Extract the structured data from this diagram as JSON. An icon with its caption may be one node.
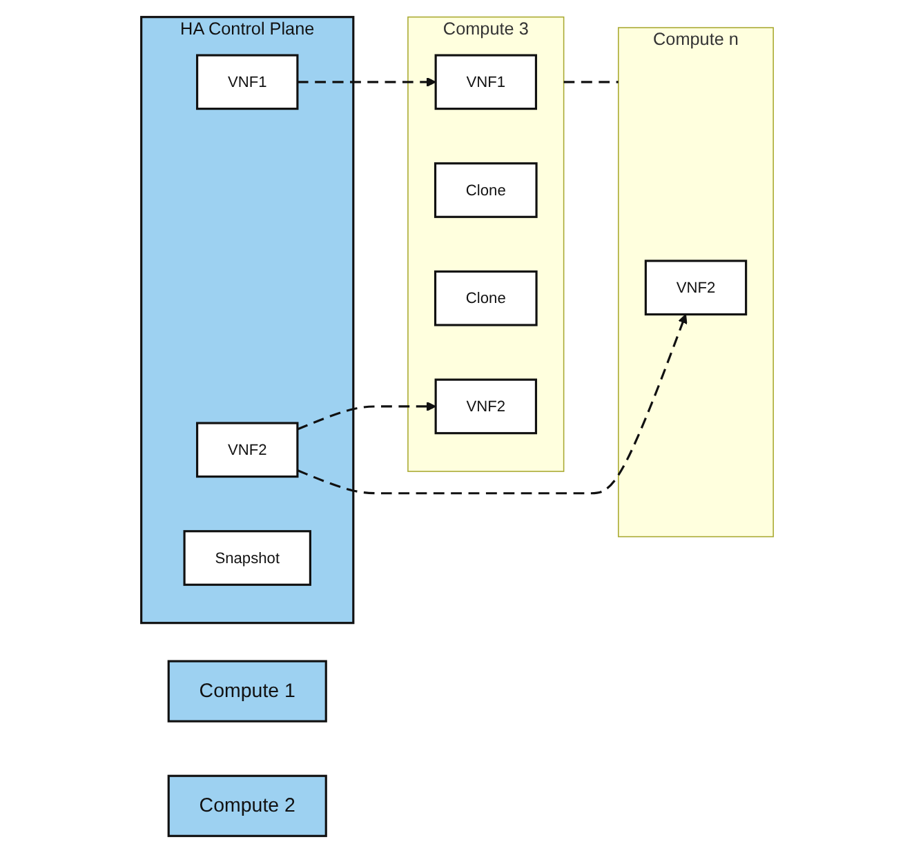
{
  "diagram": {
    "nodes": [
      {
        "text": [
          "HA Control Plane"
        ]
      },
      {
        "text": [
          "VNF1"
        ],
        "in": 0
      },
      {
        "text": [
          "VNF2"
        ],
        "in": 0
      },
      {
        "text": [
          "Snapshot"
        ],
        "in": 0
      },
      {
        "text": [
          "Compute 1"
        ]
      },
      {
        "text": [
          "Compute 2"
        ]
      },
      {
        "text": [
          "Compute 3"
        ]
      },
      {
        "text": [
          "VNF1"
        ],
        "in": 6
      },
      {
        "text": [
          "Clone"
        ],
        "in": 6
      },
      {
        "text": [
          "Clone"
        ],
        "in": 6
      },
      {
        "text": [
          "VNF2"
        ],
        "in": 6
      },
      {
        "text": [
          "Compute n"
        ]
      },
      {
        "text": [
          "VNF2"
        ],
        "in": 11
      }
    ],
    "edges": [
      {
        "from": 1,
        "to": 7,
        "arrow": "to",
        "style": "dashed"
      },
      {
        "from": 2,
        "to": 10,
        "arrow": "to",
        "style": "dashed"
      },
      {
        "from": 2,
        "to": 12,
        "arrow": "to",
        "style": "dashed"
      },
      {
        "from": 6,
        "to": 11,
        "arrow": "none",
        "style": "dashed"
      }
    ]
  }
}
